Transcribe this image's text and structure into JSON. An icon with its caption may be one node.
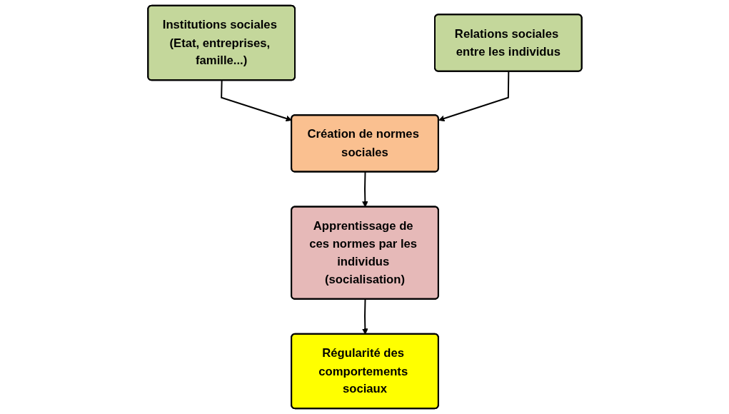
{
  "diagram": {
    "nodes": [
      {
        "text": [
          "Institutions sociales (Etat, entreprises, famille...)"
        ]
      },
      {
        "text": [
          "Relations sociales entre les individus"
        ]
      },
      {
        "text": [
          "Création de normes sociales"
        ]
      },
      {
        "text": [
          "Apprentissage de ces normes par les individus (socialisation)"
        ]
      },
      {
        "text": [
          "Régularité des comportements sociaux"
        ]
      }
    ],
    "edges": [
      {
        "from": 0,
        "to": 2,
        "arrow": "to"
      },
      {
        "from": 1,
        "to": 2,
        "arrow": "to"
      },
      {
        "from": 2,
        "to": 3,
        "arrow": "to"
      },
      {
        "from": 3,
        "to": 4,
        "arrow": "to"
      }
    ]
  }
}
